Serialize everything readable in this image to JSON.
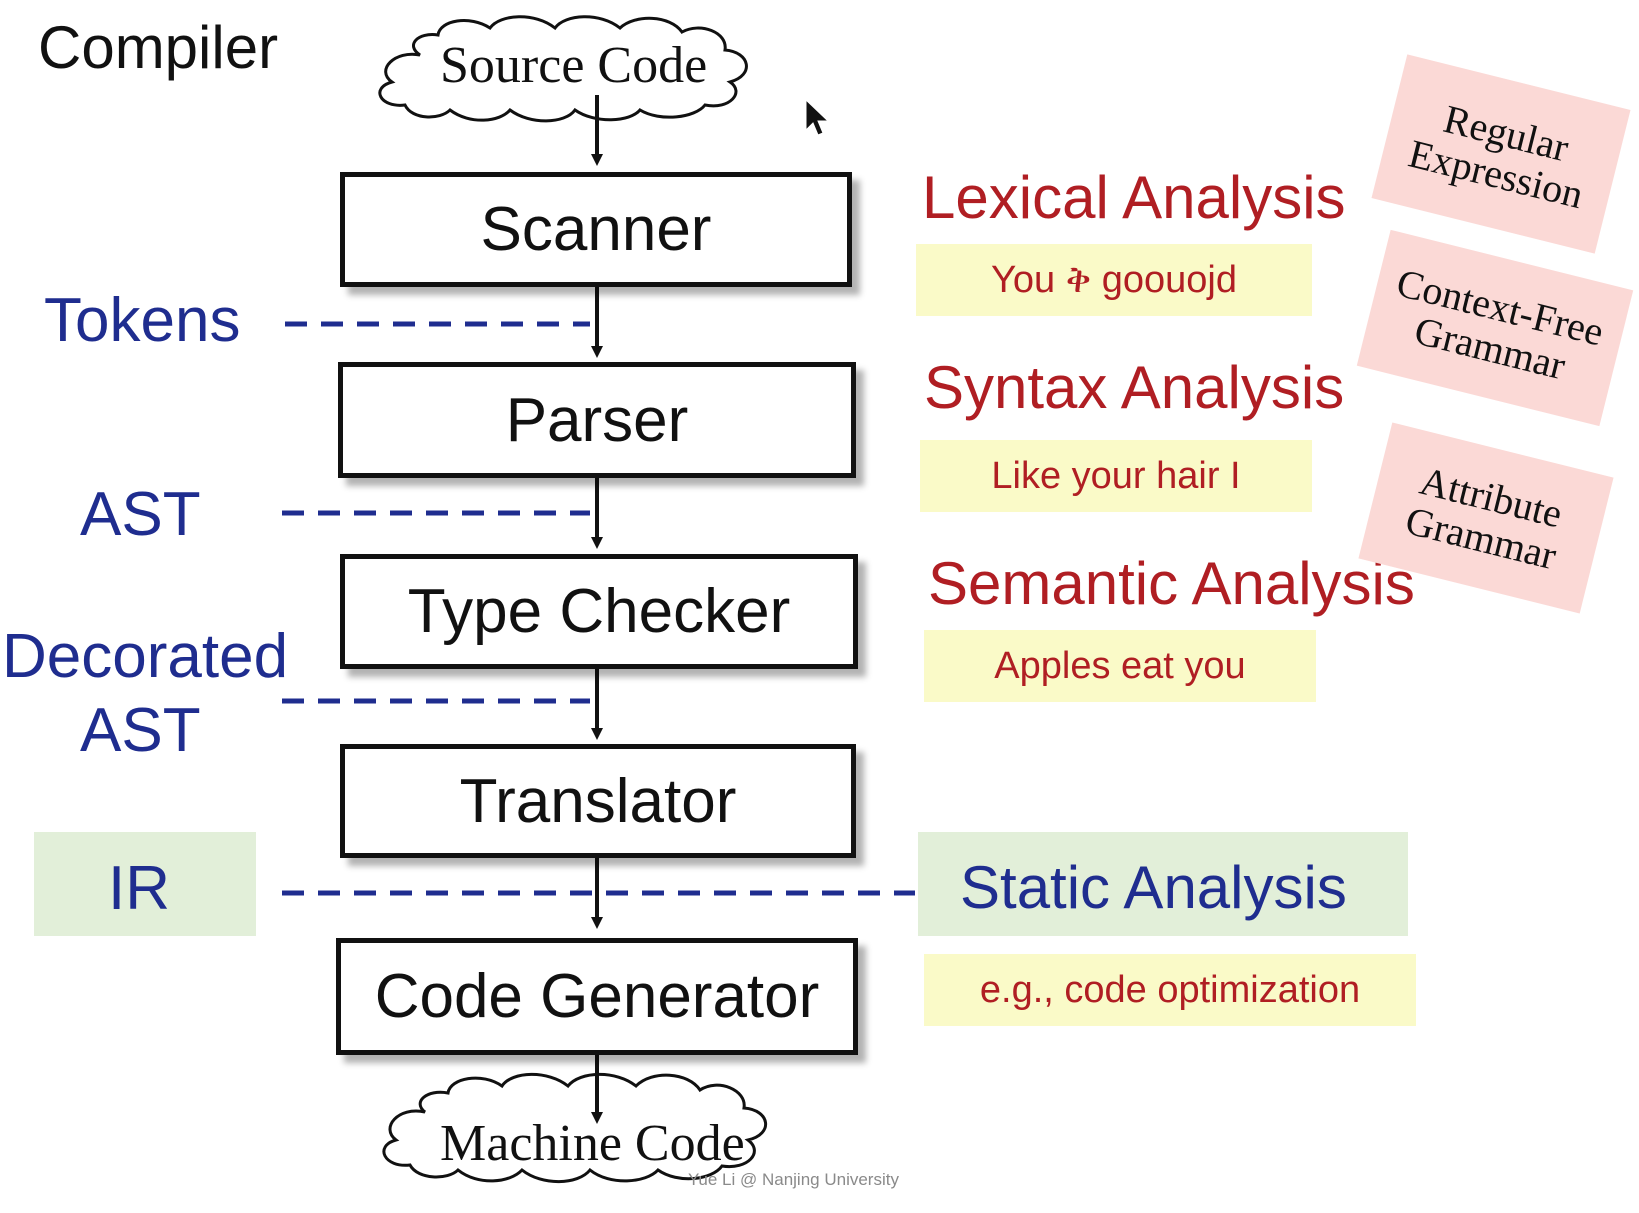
{
  "title": "Compiler",
  "source": "Source Code",
  "target": "Machine Code",
  "stages": [
    {
      "label": "Scanner"
    },
    {
      "label": "Parser"
    },
    {
      "label": "Type Checker"
    },
    {
      "label": "Translator"
    },
    {
      "label": "Code Generator"
    }
  ],
  "intermediates": {
    "tokens": "Tokens",
    "ast": "AST",
    "decorated_line1": "Decorated",
    "decorated_line2": "AST",
    "ir": "IR"
  },
  "analyses": {
    "lexical": {
      "title": "Lexical Analysis",
      "example": "You ቅ goouojd"
    },
    "syntax": {
      "title": "Syntax Analysis",
      "example": "Like your hair I"
    },
    "semantic": {
      "title": "Semantic Analysis",
      "example": "Apples eat you"
    },
    "static": {
      "title": "Static Analysis",
      "example": "e.g., code optimization"
    }
  },
  "formalisms": {
    "regular": {
      "line1": "Regular",
      "line2": "Expression"
    },
    "cfg": {
      "line1": "Context-Free",
      "line2": "Grammar"
    },
    "attribute": {
      "line1": "Attribute",
      "line2": "Grammar"
    }
  },
  "watermark": "Yue Li @ Nanjing University",
  "colors": {
    "stage_border": "#111111",
    "intermediate_text": "#1f2d8f",
    "analysis_text": "#b01e23",
    "example_bg": "#fafac8",
    "formalism_bg": "#fbd9d6",
    "ir_bg": "#e2efd9"
  }
}
